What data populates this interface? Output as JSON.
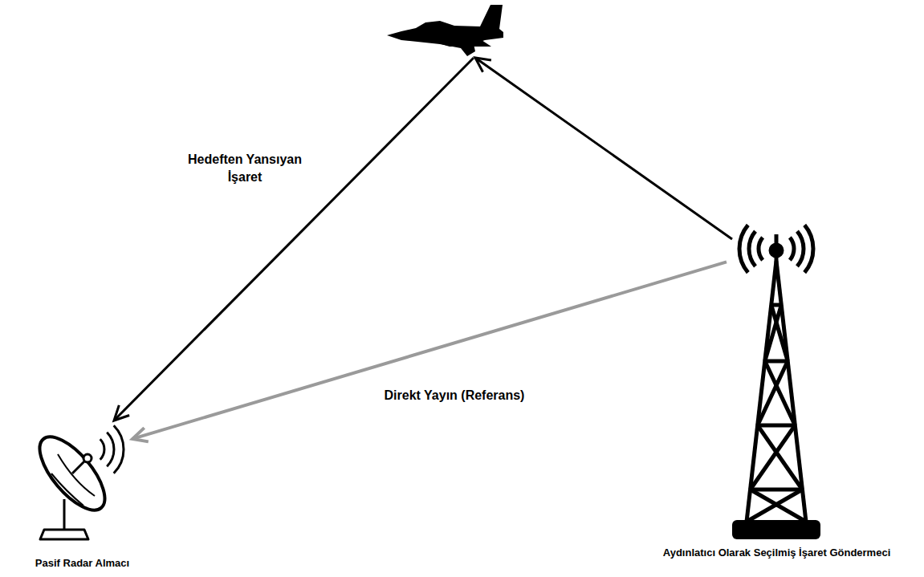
{
  "diagram": {
    "nodes": [
      {
        "text": [
          "Pasif Radar Almacı"
        ]
      },
      {
        "text": [
          "Aydınlatıcı Olarak Seçilmiş İşaret Göndermeci"
        ]
      }
    ],
    "edges": [
      {
        "from": 1,
        "to": 0,
        "arrow": "to",
        "label": "Direkt Yayın (Referans)"
      }
    ],
    "labels": [
      "Hedeften Yansıyan İşaret"
    ]
  }
}
